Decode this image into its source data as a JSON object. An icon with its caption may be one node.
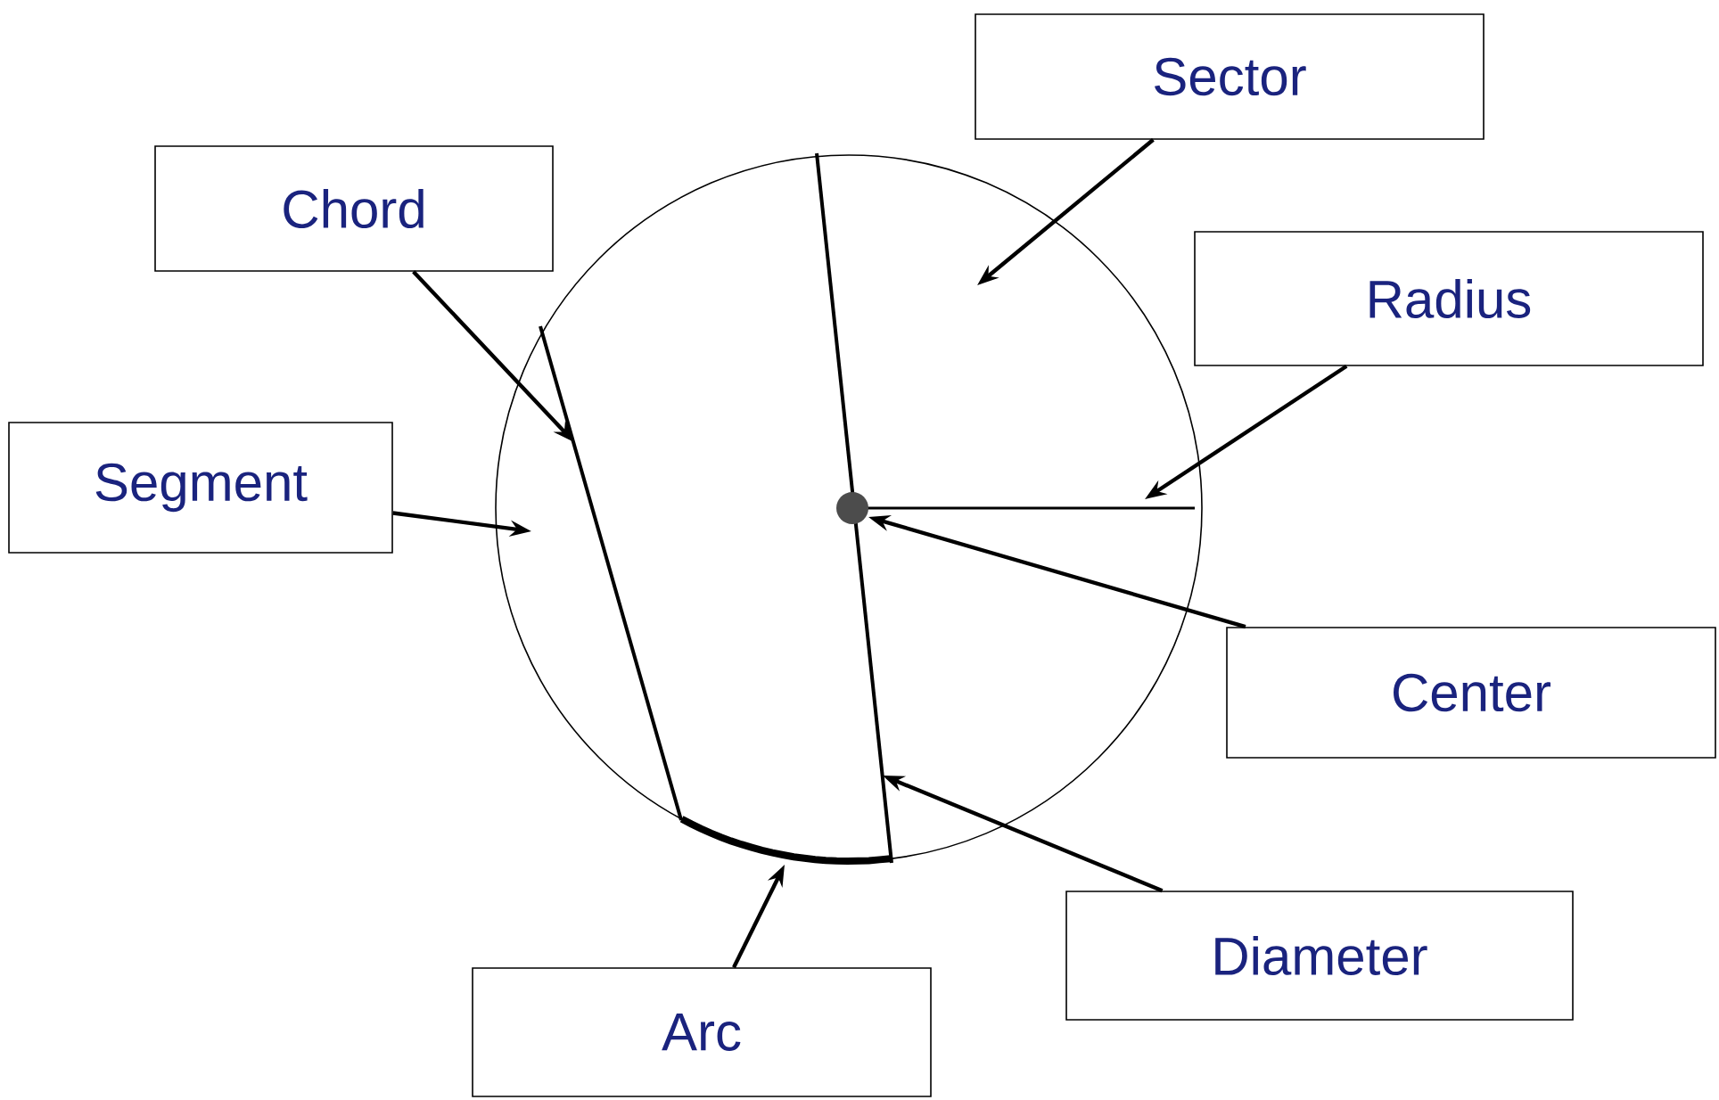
{
  "diagram": {
    "nodes": [
      {
        "text": [
          "Sector"
        ]
      },
      {
        "text": [
          "Chord"
        ]
      },
      {
        "text": [
          "Radius"
        ]
      },
      {
        "text": [
          "Segment"
        ]
      },
      {
        "text": [
          "Center"
        ]
      },
      {
        "text": [
          "Diameter"
        ]
      },
      {
        "text": [
          "Arc"
        ]
      }
    ],
    "edges": [
      {
        "from": 0,
        "to": null,
        "arrow": "to"
      },
      {
        "from": 1,
        "to": null,
        "arrow": "to"
      },
      {
        "from": 2,
        "to": null,
        "arrow": "to"
      },
      {
        "from": 3,
        "to": null,
        "arrow": "to"
      },
      {
        "from": 4,
        "to": null,
        "arrow": "to"
      },
      {
        "from": 5,
        "to": null,
        "arrow": "to"
      },
      {
        "from": 6,
        "to": null,
        "arrow": "to"
      }
    ]
  }
}
